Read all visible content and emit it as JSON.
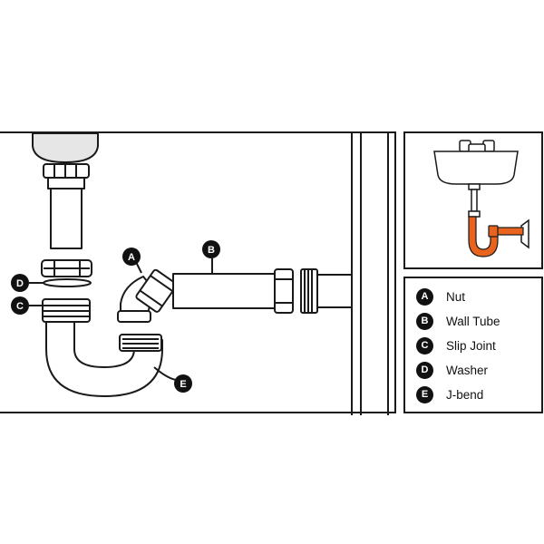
{
  "callouts": {
    "a": "A",
    "b": "B",
    "c": "C",
    "d": "D",
    "e": "E"
  },
  "legend": {
    "items": [
      {
        "letter": "A",
        "label": "Nut"
      },
      {
        "letter": "B",
        "label": "Wall Tube"
      },
      {
        "letter": "C",
        "label": "Slip Joint"
      },
      {
        "letter": "D",
        "label": "Washer"
      },
      {
        "letter": "E",
        "label": "J-bend"
      }
    ]
  },
  "colors": {
    "outline": "#1a1a1a",
    "sink_fill": "#e6e6e6",
    "highlight_pipe": "#e8641e"
  }
}
